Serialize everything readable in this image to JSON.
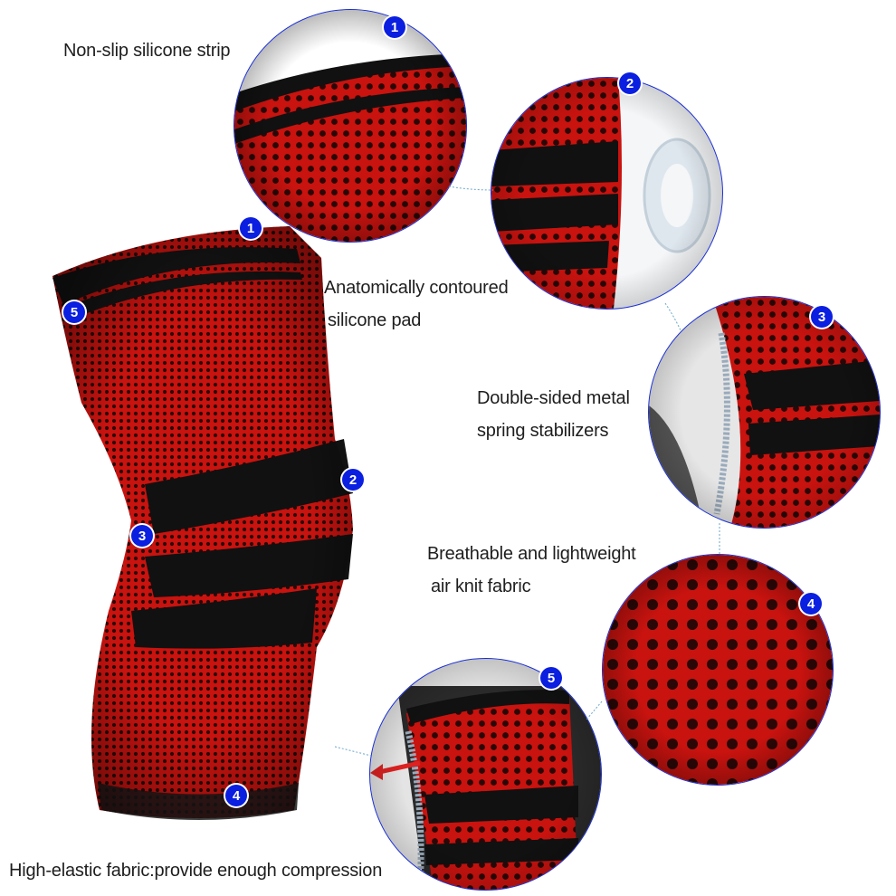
{
  "features": [
    {
      "number": "1",
      "label": "Non-slip silicone strip"
    },
    {
      "number": "2",
      "label_line1": "Anatomically contoured",
      "label_line2": "silicone pad"
    },
    {
      "number": "3",
      "label_line1": "Double-sided metal",
      "label_line2": "spring stabilizers"
    },
    {
      "number": "4",
      "label_line1": "Breathable and lightweight",
      "label_line2": "air knit fabric"
    },
    {
      "number": "5",
      "label": "High-elastic fabric:provide enough compression"
    }
  ],
  "colors": {
    "sleeve_red": "#c8130f",
    "sleeve_black": "#111111",
    "badge_blue": "#0a1fe0",
    "ring_blue": "#1a2fd6"
  },
  "icons": [
    "arrow-icon"
  ]
}
